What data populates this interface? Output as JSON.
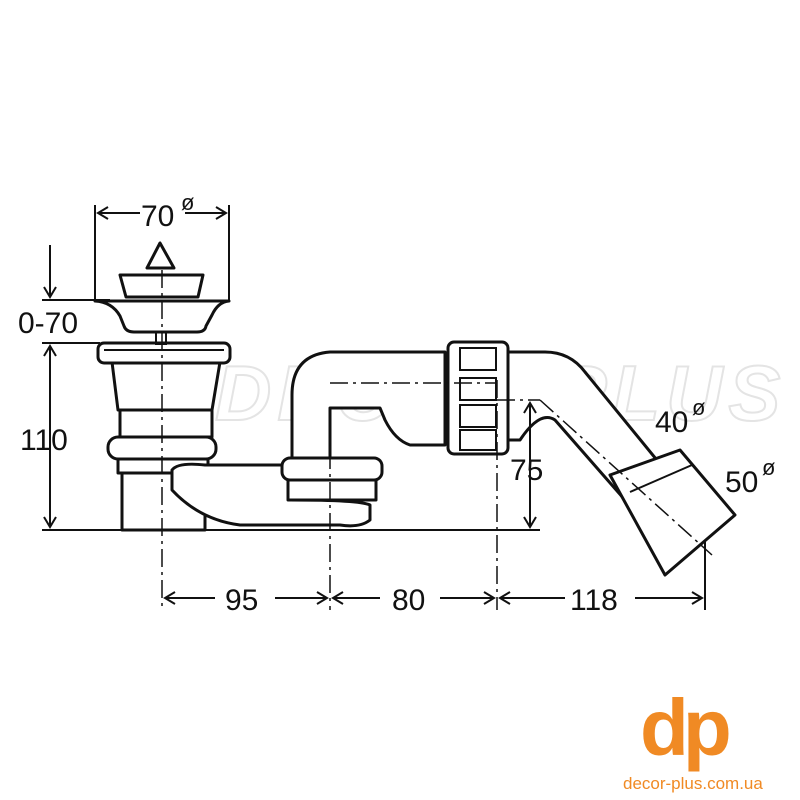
{
  "dimensions": {
    "strainer_diameter": "70",
    "pipe_diameter_40": "40",
    "pipe_diameter_50": "50",
    "diameter_symbol": "ø",
    "overflow_range": "0-70",
    "height": "110",
    "outlet_height": "75",
    "dist_1": "95",
    "dist_2": "80",
    "dist_3": "118"
  },
  "watermark": "DECOR PLUS",
  "logo": {
    "mark": "dp",
    "url": "decor-plus.com.ua",
    "color": "#f08a24"
  }
}
